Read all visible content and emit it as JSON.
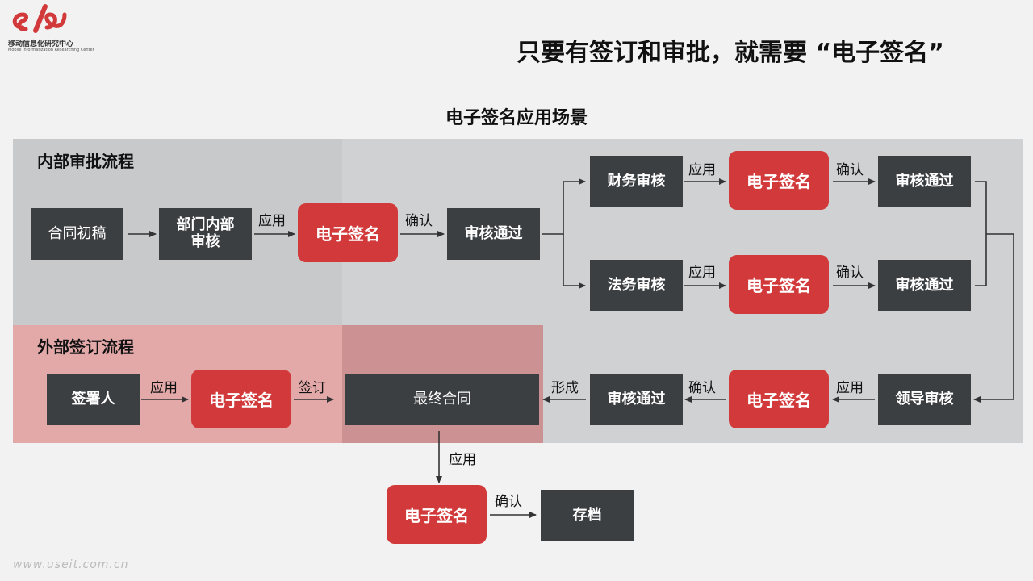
{
  "logo": {
    "name_cn": "移动信息化研究中心",
    "name_en": "Mobile Informatization Researching Center"
  },
  "headline": "只要有签订和审批，就需要 “电子签名”",
  "subtitle": "电子签名应用场景",
  "internal": {
    "title": "内部审批流程",
    "draft": "合同初稿",
    "dept_review": "部门内部\n审核",
    "finance_review": "财务审核",
    "legal_review": "法务审核",
    "approved": "审核通过",
    "leader_review": "领导审核"
  },
  "external": {
    "title": "外部签订流程",
    "signer": "签署人",
    "final_contract": "最终合同"
  },
  "archive": "存档",
  "signature": "电子签名",
  "labels": {
    "apply": "应用",
    "confirm": "确认",
    "sign": "签订",
    "form": "形成"
  },
  "watermark": "www.useit.com.cn",
  "colors": {
    "signature_red": "#d1393a",
    "box_dark": "#3c3f42",
    "internal_bg": "#d0d1d3",
    "external_bg": "#e3a9a9",
    "final_bg": "#cc9193"
  }
}
